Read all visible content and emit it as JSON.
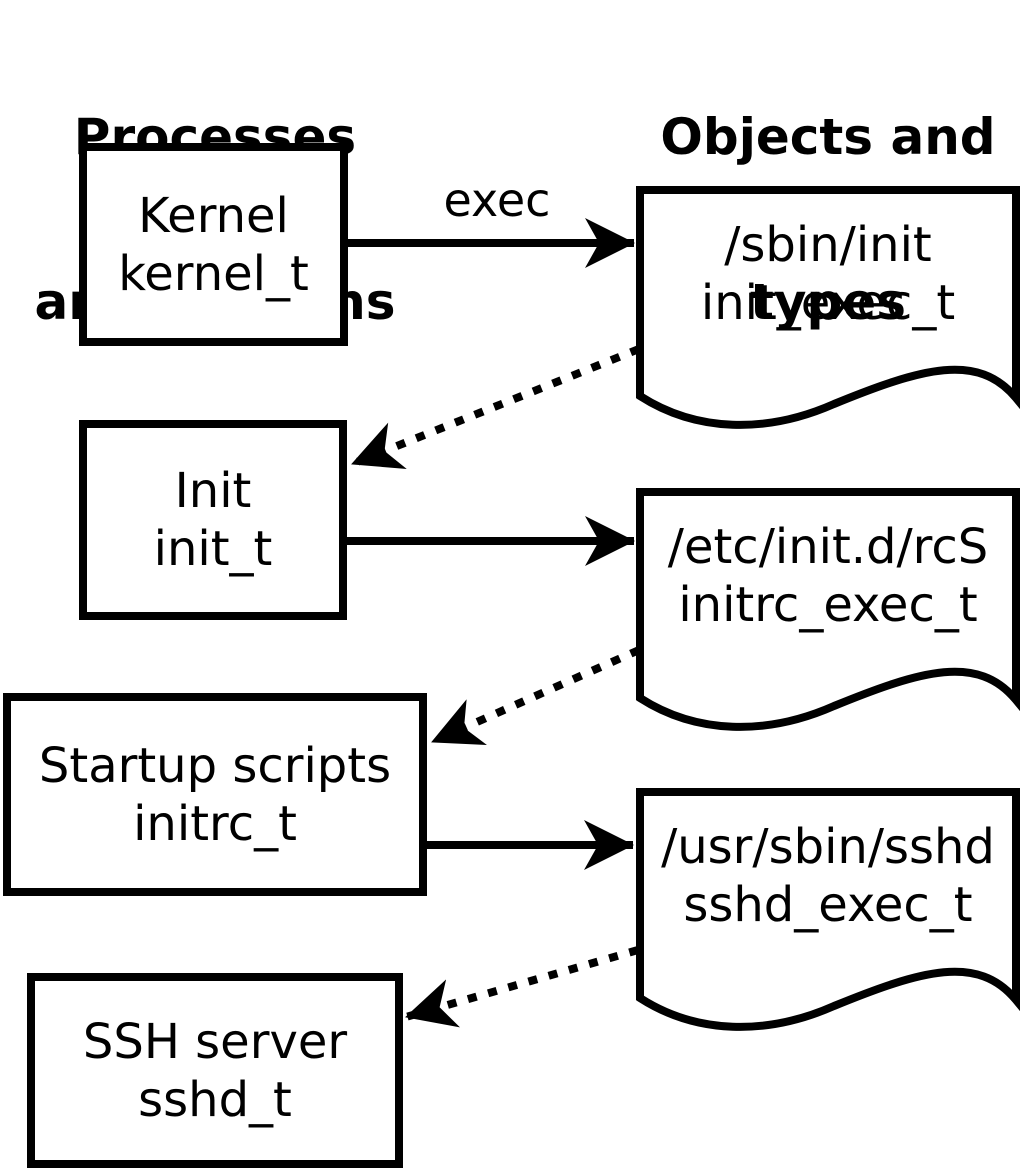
{
  "headers": {
    "left_line1": "Processes",
    "left_line2": "and domains",
    "right_line1": "Objects and",
    "right_line2": "types"
  },
  "process_nodes": [
    {
      "label": "Kernel",
      "domain": "kernel_t"
    },
    {
      "label": "Init",
      "domain": "init_t"
    },
    {
      "label": "Startup scripts",
      "domain": "initrc_t"
    },
    {
      "label": "SSH server",
      "domain": "sshd_t"
    }
  ],
  "object_nodes": [
    {
      "path": "/sbin/init",
      "type": "init_exec_t"
    },
    {
      "path": "/etc/init.d/rcS",
      "type": "initrc_exec_t"
    },
    {
      "path": "/usr/sbin/sshd",
      "type": "sshd_exec_t"
    }
  ],
  "edges": [
    {
      "from": "kernel_t",
      "to": "/sbin/init",
      "style": "solid",
      "label": "exec"
    },
    {
      "from": "/sbin/init",
      "to": "init_t",
      "style": "dotted",
      "label": ""
    },
    {
      "from": "init_t",
      "to": "/etc/init.d/rcS",
      "style": "solid",
      "label": ""
    },
    {
      "from": "/etc/init.d/rcS",
      "to": "initrc_t",
      "style": "dotted",
      "label": ""
    },
    {
      "from": "initrc_t",
      "to": "/usr/sbin/sshd",
      "style": "solid",
      "label": ""
    },
    {
      "from": "/usr/sbin/sshd",
      "to": "sshd_t",
      "style": "dotted",
      "label": ""
    }
  ],
  "colors": {
    "foreground": "#000000",
    "background": "#ffffff"
  }
}
